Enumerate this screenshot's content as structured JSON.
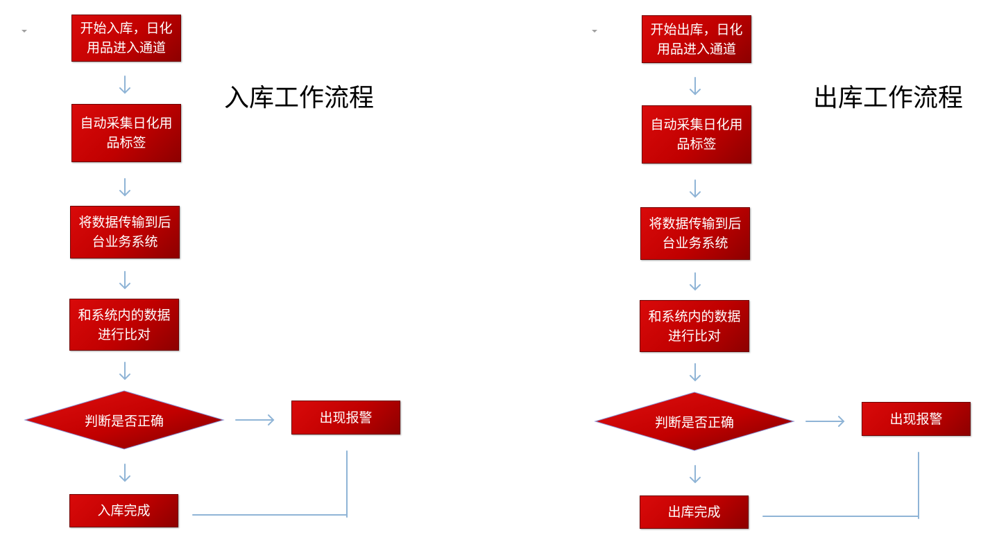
{
  "inbound": {
    "title": "入库工作流程",
    "steps": [
      "开始入库，日化用品进入通道",
      "自动采集日化用品标签",
      "将数据传输到后台业务系统",
      "和系统内的数据进行比对"
    ],
    "decision": "判断是否正确",
    "alarm": "出现报警",
    "complete": "入库完成"
  },
  "outbound": {
    "title": "出库工作流程",
    "steps": [
      "开始出库，日化用品进入通道",
      "自动采集日化用品标签",
      "将数据传输到后台业务系统",
      "和系统内的数据进行比对"
    ],
    "decision": "判断是否正确",
    "alarm": "出现报警",
    "complete": "出库完成"
  },
  "colors": {
    "box_fill": "#c00000",
    "arrow": "#8fb4d6",
    "text": "#ffffff"
  }
}
